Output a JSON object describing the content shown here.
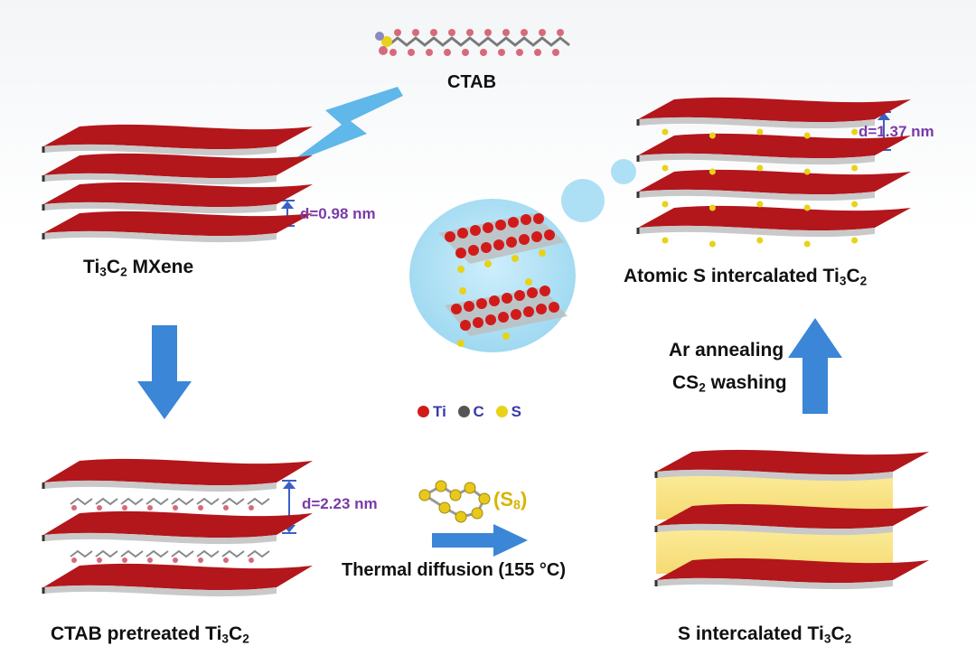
{
  "labels": {
    "ctab": "CTAB",
    "mxene_main": "Ti",
    "mxene_sub1": "3",
    "mxene_mid": "C",
    "mxene_sub2": "2",
    "mxene_tail": " MXene",
    "atomic_main": "Atomic S intercalated Ti",
    "atomic_sub1": "3",
    "atomic_mid": "C",
    "atomic_sub2": "2",
    "ctab_pre_main": "CTAB pretreated Ti",
    "ctab_pre_sub1": "3",
    "ctab_pre_mid": "C",
    "ctab_pre_sub2": "2",
    "s_int_main": "S intercalated Ti",
    "s_int_sub1": "3",
    "s_int_mid": "C",
    "s_int_sub2": "2",
    "ar_annealing": "Ar annealing",
    "cs2_main": "CS",
    "cs2_sub": "2",
    "cs2_tail": " washing",
    "thermal": "Thermal diffusion (155 °C)",
    "s8_open": "(S",
    "s8_sub": "8",
    "s8_close": ")"
  },
  "dimensions": {
    "mxene": "d=0.98 nm",
    "ctab_pretreated": "d=2.23 nm",
    "atomic_s": "d=1.37 nm"
  },
  "legend": {
    "ti": "Ti",
    "c": "C",
    "s": "S"
  },
  "colors": {
    "layer_red": "#b3161b",
    "layer_gray": "#c9c9c9",
    "arrow_blue": "#3b86d6",
    "sulfur": "#e8d21a",
    "ti_red": "#d11b1b",
    "carbon": "#555555",
    "dimension": "#7a3aa8",
    "bubble": "#aee0f5"
  }
}
